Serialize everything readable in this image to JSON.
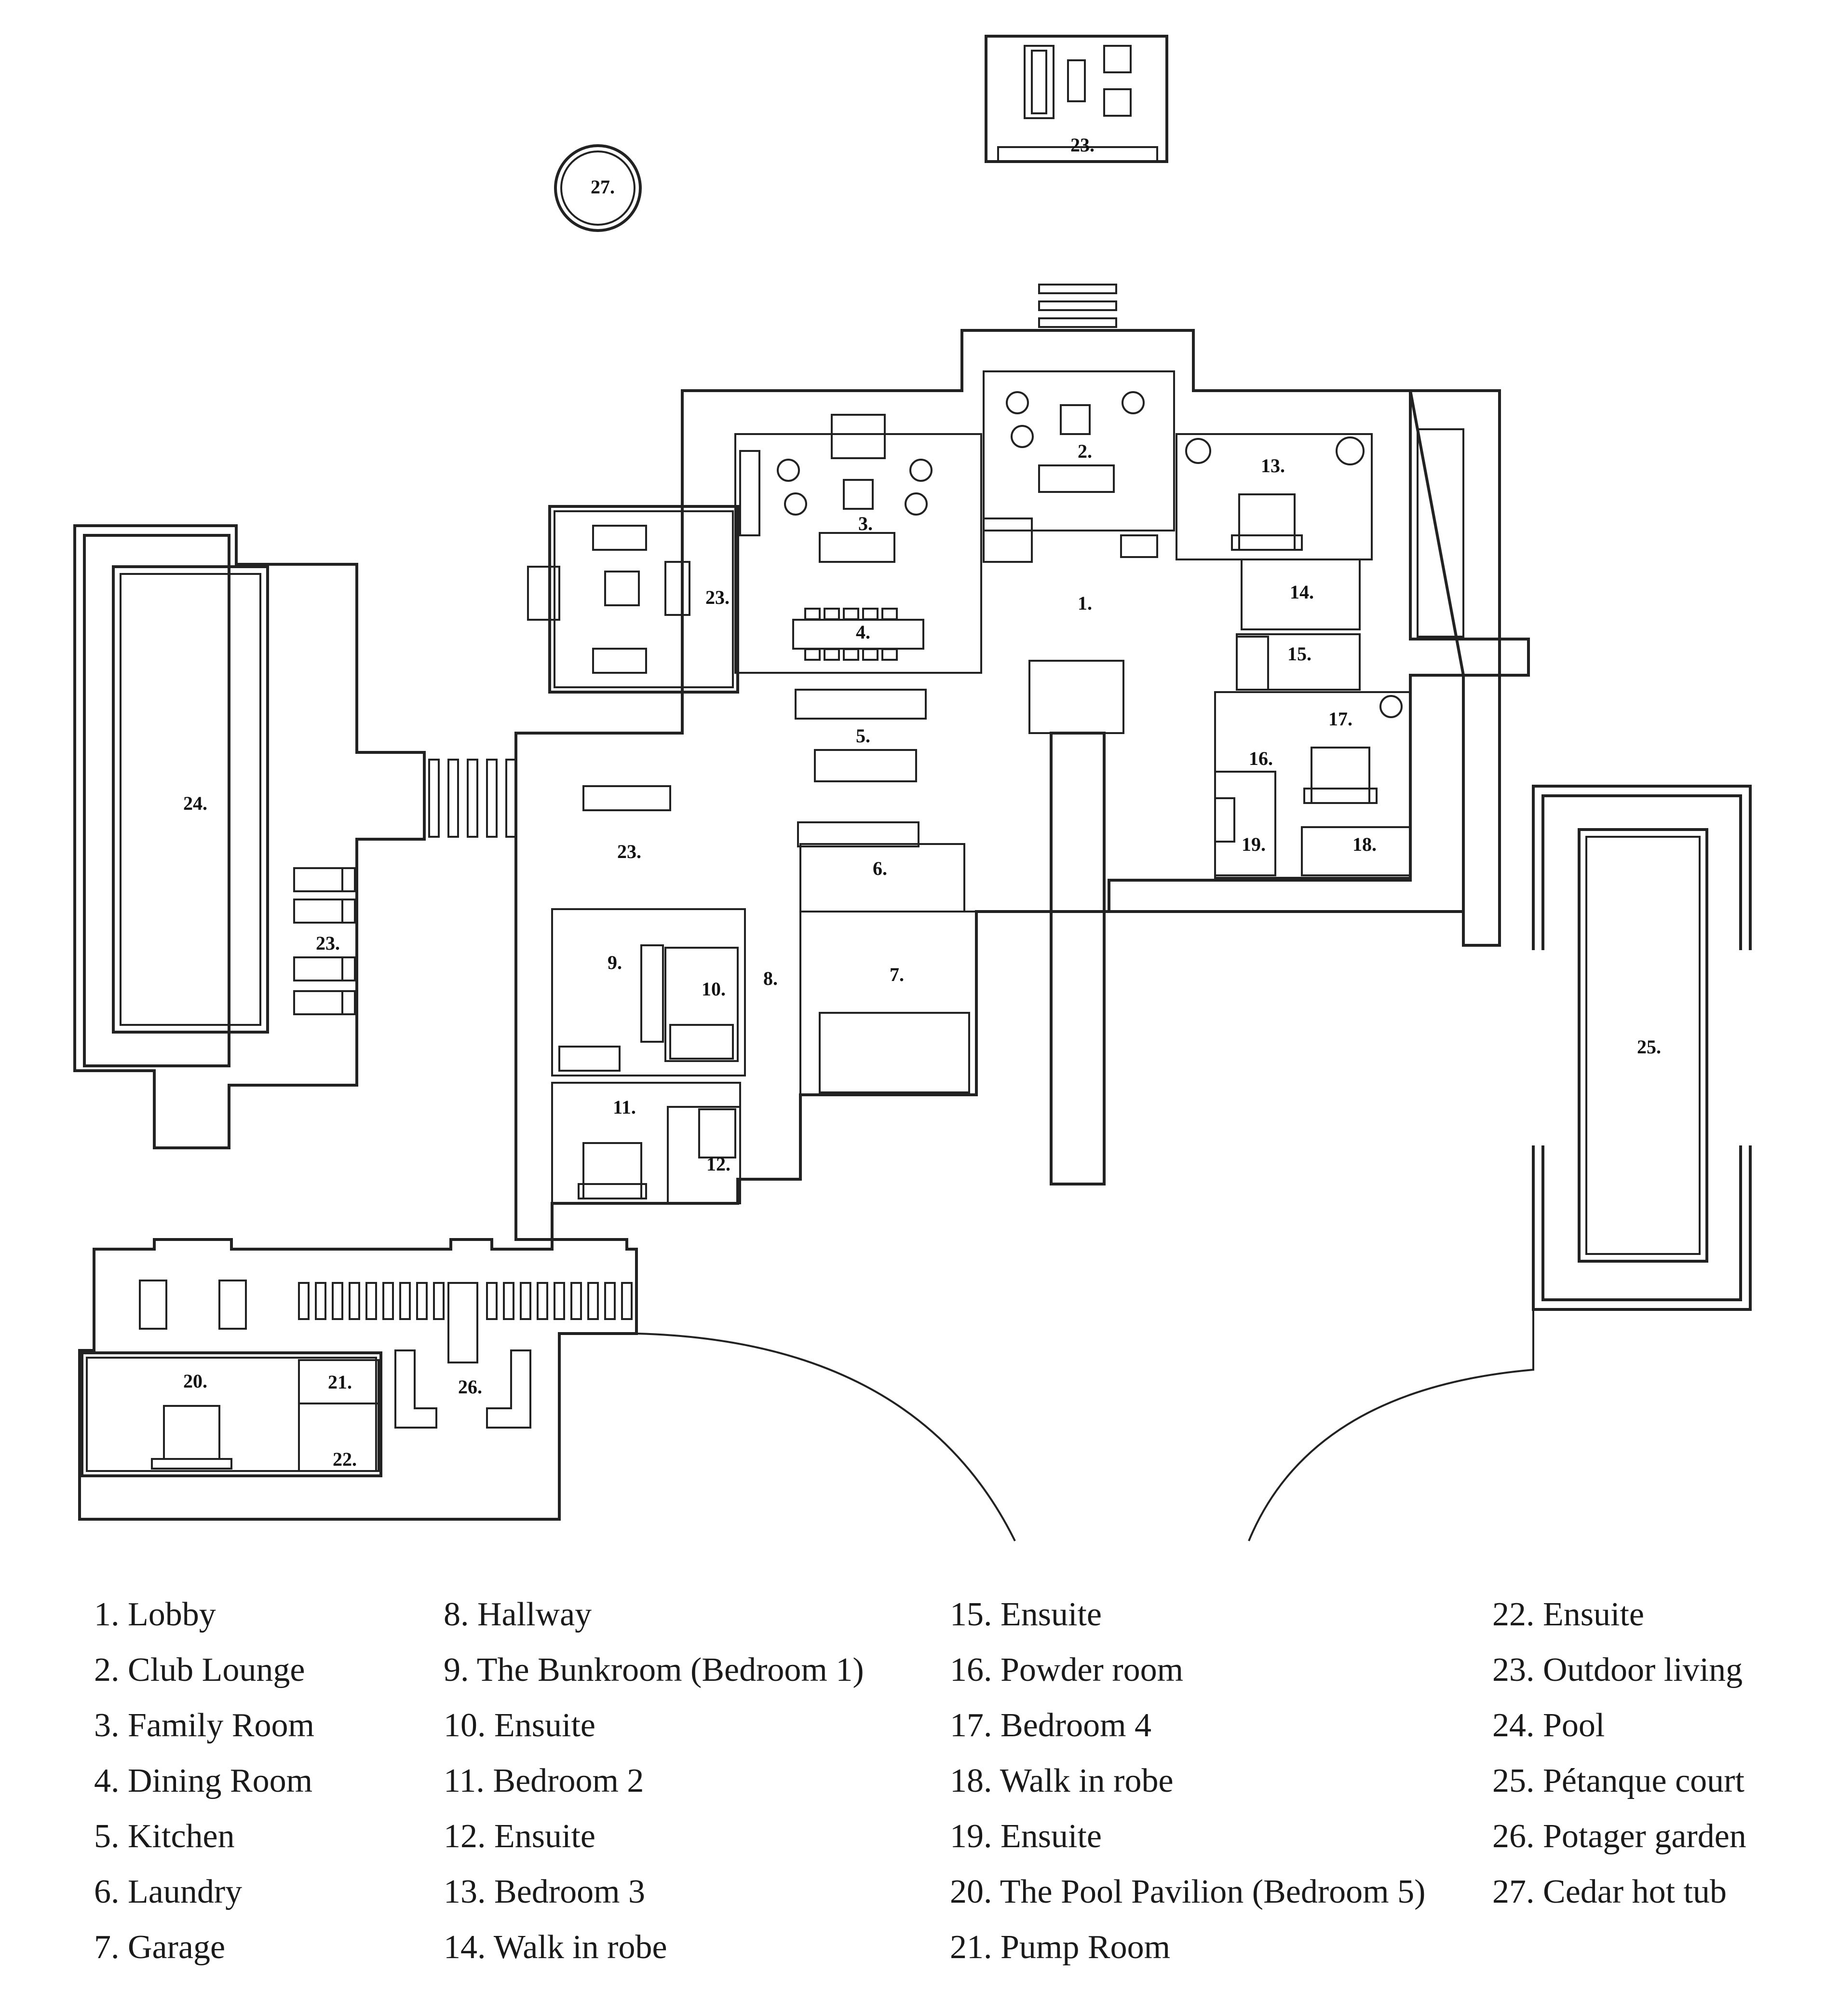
{
  "plan": {
    "room_numbers": {
      "n1": "1.",
      "n2": "2.",
      "n3": "3.",
      "n4": "4.",
      "n5": "5.",
      "n6": "6.",
      "n7": "7.",
      "n8": "8.",
      "n9": "9.",
      "n10": "10.",
      "n11": "11.",
      "n12": "12.",
      "n13": "13.",
      "n14": "14.",
      "n15": "15.",
      "n16": "16.",
      "n17": "17.",
      "n18": "18.",
      "n19": "19.",
      "n20": "20.",
      "n21": "21.",
      "n22": "22.",
      "n23a": "23.",
      "n23b": "23.",
      "n23c": "23.",
      "n23d": "23.",
      "n24": "24.",
      "n25": "25.",
      "n26": "26.",
      "n27": "27."
    }
  },
  "legend": {
    "columns": [
      [
        "1. Lobby",
        "2. Club Lounge",
        "3. Family Room",
        "4. Dining Room",
        "5. Kitchen",
        "6. Laundry",
        "7. Garage"
      ],
      [
        "8. Hallway",
        "9. The Bunkroom (Bedroom 1)",
        "10. Ensuite",
        "11. Bedroom 2",
        "12. Ensuite",
        "13. Bedroom 3",
        "14. Walk in robe"
      ],
      [
        "15. Ensuite",
        "16. Powder room",
        "17. Bedroom 4",
        "18. Walk in robe",
        "19. Ensuite",
        "20. The Pool Pavilion (Bedroom 5)",
        "21. Pump Room"
      ],
      [
        "22. Ensuite",
        "23. Outdoor living",
        "24. Pool",
        "25. Pétanque court",
        "26. Potager garden",
        "27. Cedar hot tub"
      ]
    ]
  }
}
